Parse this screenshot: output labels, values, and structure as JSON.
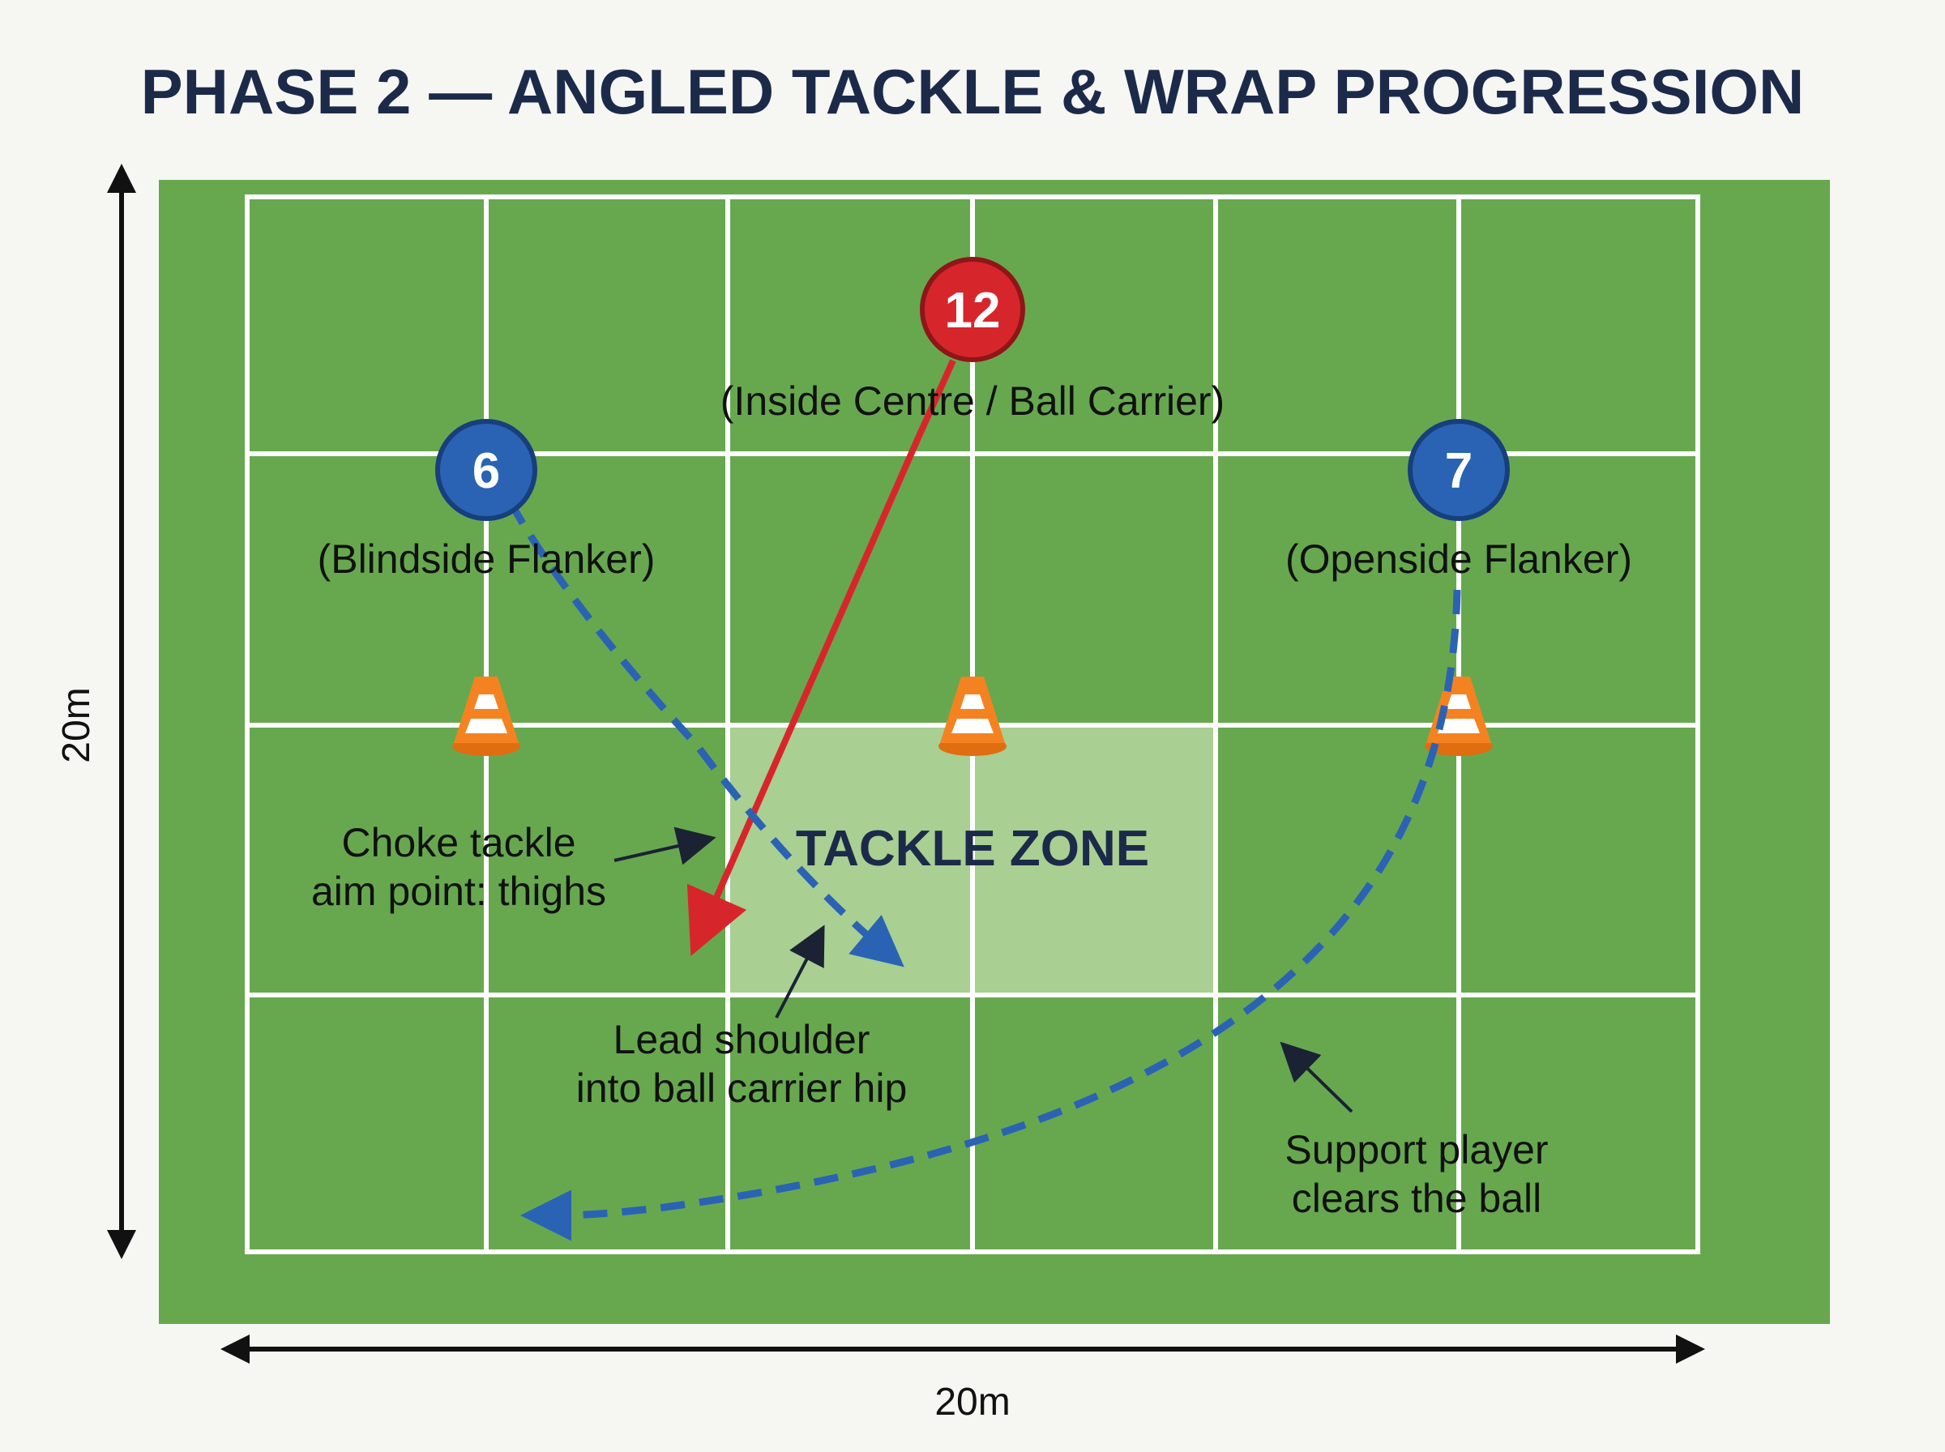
{
  "title": "PHASE 2 — ANGLED TACKLE & WRAP PROGRESSION",
  "dimensions": {
    "height_label": "20m",
    "width_label": "20m"
  },
  "zone_label": "TACKLE ZONE",
  "players": [
    {
      "number": "12",
      "label": "(Inside Centre / Ball Carrier)",
      "team": "attack",
      "color": "#d7262b"
    },
    {
      "number": "6",
      "label": "(Blindside Flanker)",
      "team": "defence",
      "color": "#2a63b4"
    },
    {
      "number": "7",
      "label": "(Openside Flanker)",
      "team": "defence",
      "color": "#2a63b4"
    }
  ],
  "annotations": {
    "choke": [
      "Choke tackle",
      "aim point: thighs"
    ],
    "shoulder": [
      "Lead shoulder",
      "into ball carrier hip"
    ],
    "support": [
      "Support player",
      "clears the ball"
    ]
  },
  "colors": {
    "pitch": "#67a84f",
    "lines": "#ffffff",
    "zone": "#b5d69d",
    "attack": "#d7262b",
    "defence": "#2a63b4",
    "cone": "#f58220",
    "title": "#1c2a4a"
  }
}
